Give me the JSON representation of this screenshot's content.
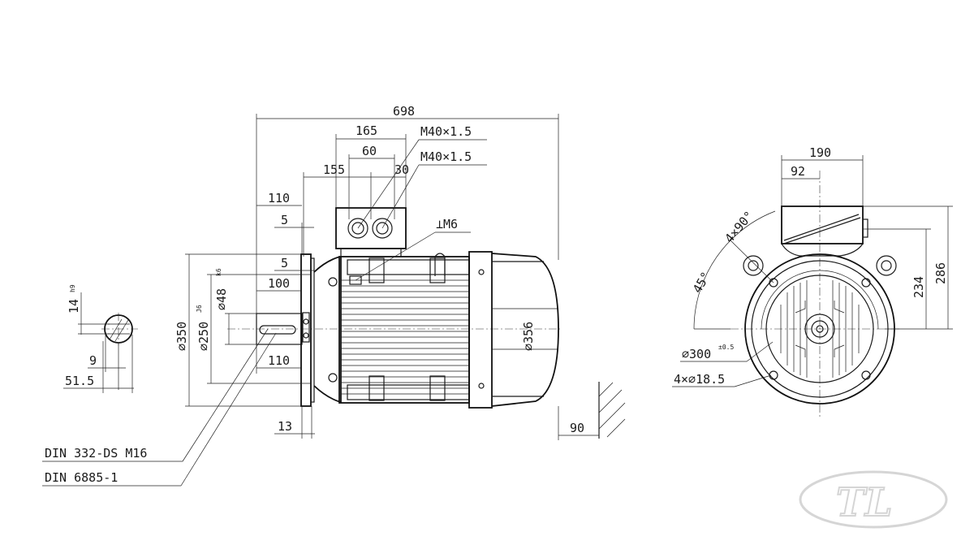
{
  "dimensions": {
    "overall_length": "698",
    "box_width": "165",
    "box_center_spacing": "60",
    "box_offset": "155",
    "gland_spacing": "30",
    "gland_thread_1": "M40×1.5",
    "gland_thread_2": "M40×1.5",
    "shaft_to_flange": "110",
    "flange_gap_top": "5",
    "flange_gap_lower": "5",
    "earth_thread": "⊥M6",
    "shaft_length_100": "100",
    "shaft_length_110": "110",
    "flange_diameter": "⌀350",
    "spigot_diameter": "⌀250",
    "spigot_tol": "J6",
    "shaft_diameter": "⌀48",
    "shaft_tol": "k6",
    "housing_diameter": "⌀356",
    "flange_thickness": "13",
    "fan_clearance": "90",
    "key_width": "14",
    "key_tol": "h9",
    "key_depth": "9",
    "shaft_key_height": "51.5",
    "end_width": "190",
    "end_offset": "92",
    "end_height_234": "234",
    "end_height_286": "286",
    "bolt_angle_spacing": "4×90°",
    "bolt_angle_offset": "45°",
    "pcd": "⌀300",
    "pcd_tol": "±0.5",
    "bolt_holes": "4×⌀18.5"
  },
  "notes": {
    "center_hole": "DIN 332-DS M16",
    "key_standard": "DIN 6885-1"
  },
  "logo_text": "TL"
}
